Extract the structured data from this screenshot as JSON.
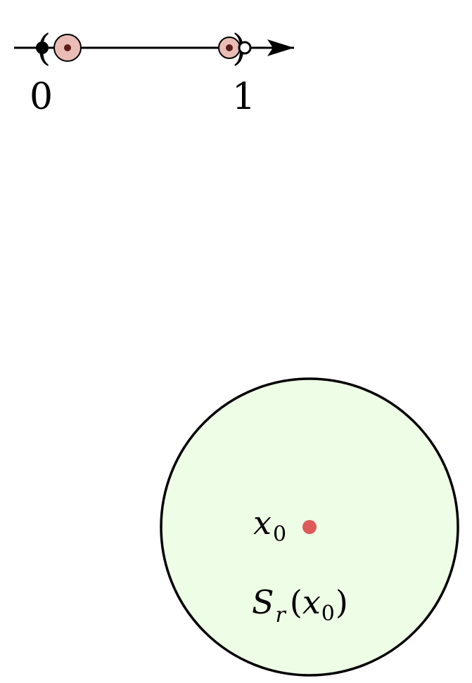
{
  "number_line": {
    "label_zero": "0",
    "label_one": "1",
    "left_bracket": "(",
    "right_bracket": ")"
  },
  "ball": {
    "center_var": "x",
    "center_sub": "0",
    "set_name": "S",
    "set_sub": "r",
    "set_open": "(",
    "set_var": "x",
    "set_var_sub": "0",
    "set_close": ")"
  },
  "colors": {
    "ball_fill": "#eefde6",
    "neighborhood_fill": "#e9bcb5",
    "point_red": "#dd5a58",
    "stroke": "#000000"
  }
}
